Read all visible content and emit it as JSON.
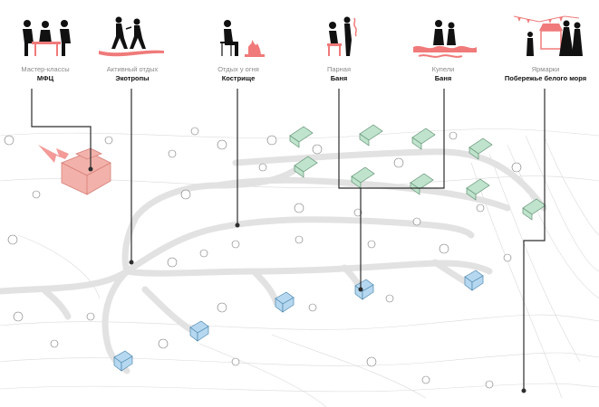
{
  "categories": [
    {
      "id": "mfc",
      "activity": "Мастер-классы",
      "place": "МФЦ",
      "icon": "workshop-pictogram",
      "accent": "#f07a7a"
    },
    {
      "id": "eco",
      "activity": "Активный отдых",
      "place": "Экотропы",
      "icon": "hiking-pictogram",
      "accent": "#f07a7a"
    },
    {
      "id": "fire",
      "activity": "Отдых у огня",
      "place": "Кострище",
      "icon": "campfire-pictogram",
      "accent": "#f07a7a"
    },
    {
      "id": "steam",
      "activity": "Парная",
      "place": "Баня",
      "icon": "steam-room-pictogram",
      "accent": "#f07a7a"
    },
    {
      "id": "bath",
      "activity": "Купели",
      "place": "Баня",
      "icon": "bathing-pictogram",
      "accent": "#f07a7a"
    },
    {
      "id": "fair",
      "activity": "Ярмарки",
      "place": "Побережье белого моря",
      "icon": "fair-pictogram",
      "accent": "#f07a7a"
    }
  ],
  "colors": {
    "mfc_building": "#f2b2ab",
    "baths_green": "#bfe3cc",
    "baths_blue": "#b5d8f0",
    "paths": "#e3e3e3",
    "terrain_lines": "#d8d8d8",
    "leader_lines": "#333333",
    "arrow": "#f49a98"
  }
}
